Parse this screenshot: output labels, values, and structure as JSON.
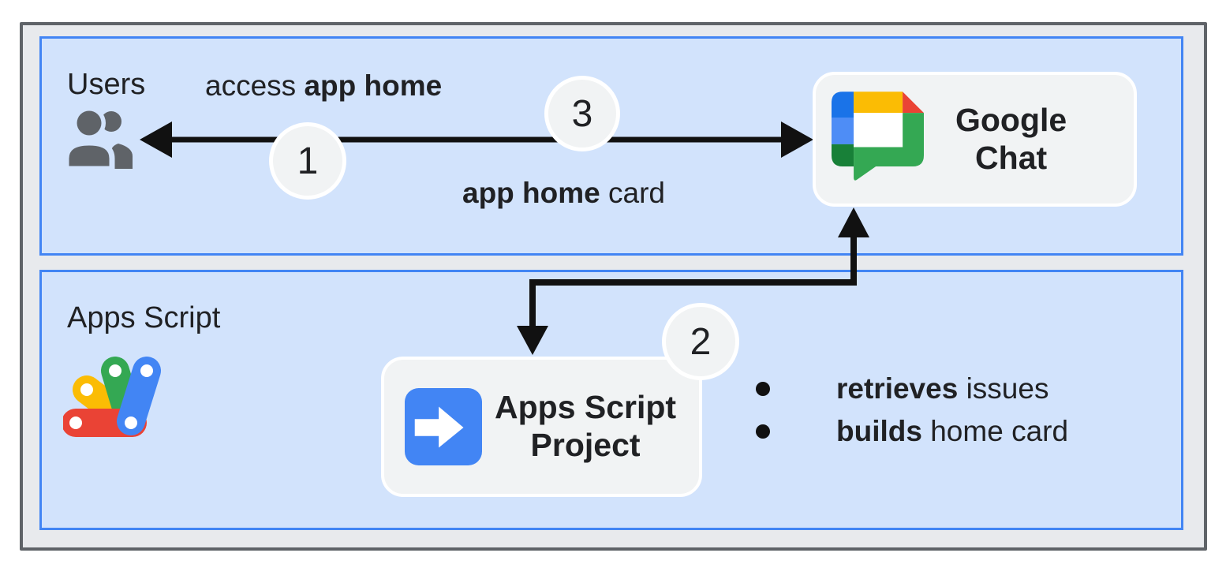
{
  "sections": {
    "users": {
      "label": "Users"
    },
    "apps_script": {
      "label": "Apps Script"
    }
  },
  "nodes": {
    "google_chat": {
      "line1": "Google",
      "line2": "Chat"
    },
    "apps_script_project": {
      "line1": "Apps Script",
      "line2": "Project"
    }
  },
  "edge_labels": {
    "access": {
      "normal": "access ",
      "bold": "app home"
    },
    "card": {
      "bold": "app home",
      "normal": " card"
    }
  },
  "steps": {
    "step1": "1",
    "step2": "2",
    "step3": "3"
  },
  "bullets": {
    "item1": {
      "bold": "retrieves",
      "normal": " issues"
    },
    "item2": {
      "bold": "builds",
      "normal": " home card"
    }
  },
  "icons": {
    "users": "users-icon",
    "google_chat": "google-chat-logo",
    "apps_script": "apps-script-logo",
    "project_arrow": "arrow-forward-icon"
  },
  "colors": {
    "section_fill": "#d2e3fc",
    "section_border": "#4285f4",
    "frame_fill": "#e8eaed",
    "frame_border": "#5f6368",
    "node_fill": "#f1f3f4",
    "node_border": "#ffffff",
    "arrow": "#111111",
    "text": "#202124",
    "google_blue": "#4285f4",
    "google_green": "#34a853",
    "google_yellow": "#fbbc04",
    "google_red": "#ea4335",
    "chat_dark_blue": "#1a73e8",
    "chat_light_blue": "#4e8df6",
    "chat_dark_green": "#188038",
    "icon_gray": "#5f6368"
  }
}
